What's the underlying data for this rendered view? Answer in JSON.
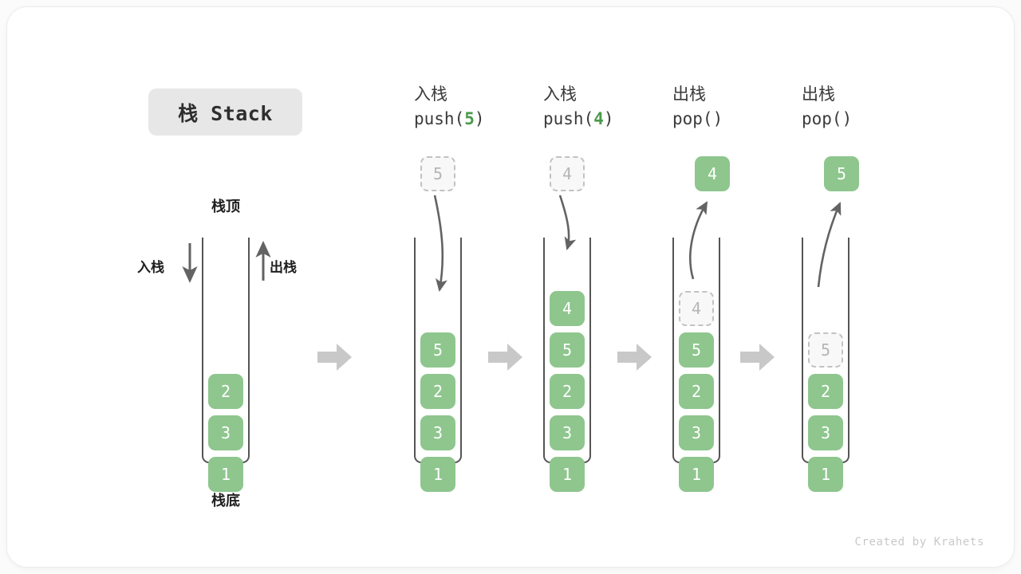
{
  "title_badge": "栈 Stack",
  "captions": {
    "top": "栈顶",
    "bottom": "栈底"
  },
  "direction_labels": {
    "push": "入栈",
    "pop": "出栈"
  },
  "footer": "Created by Krahets",
  "colors": {
    "box_fill": "#8ec68e",
    "box_text": "#ffffff",
    "ghost_fill": "#f8f8f8",
    "ghost_border": "#c2c2c2",
    "ghost_text": "#b6b6b6",
    "wall": "#555555",
    "flow_arrow": "#c8c8c8",
    "motion_arrow": "#636363",
    "badge_bg": "#e7e7e7",
    "accent_green": "#4a9a4a",
    "footer_text": "#c9c9c9"
  },
  "columns": [
    {
      "id": "initial",
      "op_cn": "",
      "op_code_prefix": "",
      "op_code_arg": "",
      "op_code_suffix": "",
      "items": [
        "2",
        "3",
        "1"
      ]
    },
    {
      "id": "push-5",
      "op_cn": "入栈",
      "op_code_prefix": "push(",
      "op_code_arg": "5",
      "op_code_suffix": ")",
      "floating_value": "5",
      "floating_kind": "ghost",
      "items": [
        "5",
        "2",
        "3",
        "1"
      ]
    },
    {
      "id": "push-4",
      "op_cn": "入栈",
      "op_code_prefix": "push(",
      "op_code_arg": "4",
      "op_code_suffix": ")",
      "floating_value": "4",
      "floating_kind": "ghost",
      "items": [
        "4",
        "5",
        "2",
        "3",
        "1"
      ]
    },
    {
      "id": "pop-4",
      "op_cn": "出栈",
      "op_code_prefix": "pop(",
      "op_code_arg": "",
      "op_code_suffix": ")",
      "floating_value": "4",
      "floating_kind": "filled",
      "items": [
        "4",
        "5",
        "2",
        "3",
        "1"
      ],
      "ghost_index": 0
    },
    {
      "id": "pop-5",
      "op_cn": "出栈",
      "op_code_prefix": "pop(",
      "op_code_arg": "",
      "op_code_suffix": ")",
      "floating_value": "5",
      "floating_kind": "filled",
      "items": [
        "5",
        "2",
        "3",
        "1"
      ],
      "ghost_index": 0
    }
  ]
}
